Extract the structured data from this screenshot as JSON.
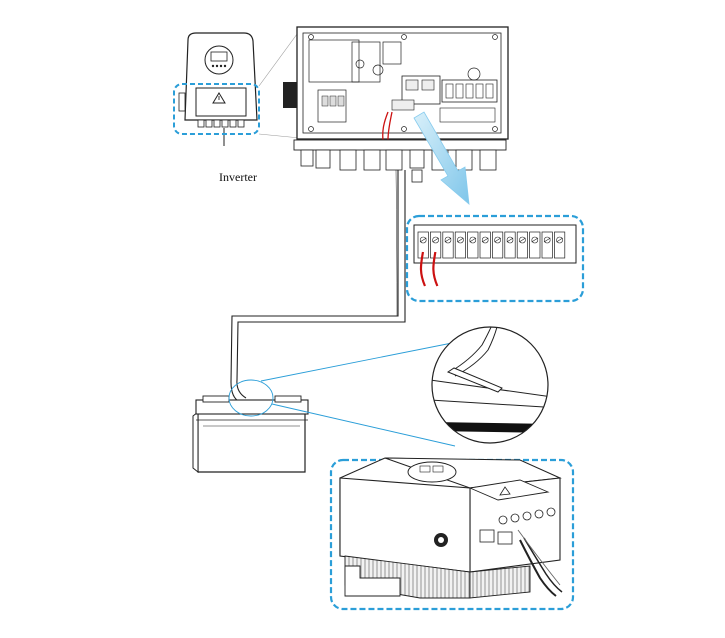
{
  "caption": {
    "inverter_label": "Inverter"
  },
  "colors": {
    "callout_border": "#2b9ed8",
    "sensor_wire": "#cc1111",
    "line": "#222222",
    "arrow_fill": "#a9dcf3",
    "cable_band": "#111111",
    "heatsink": "#e6e6e6"
  },
  "icons": {
    "warning": "warning-triangle-icon",
    "screw": "screw-icon"
  },
  "terminal_block": {
    "terminal_count": 12,
    "wired_terminals": 2
  }
}
